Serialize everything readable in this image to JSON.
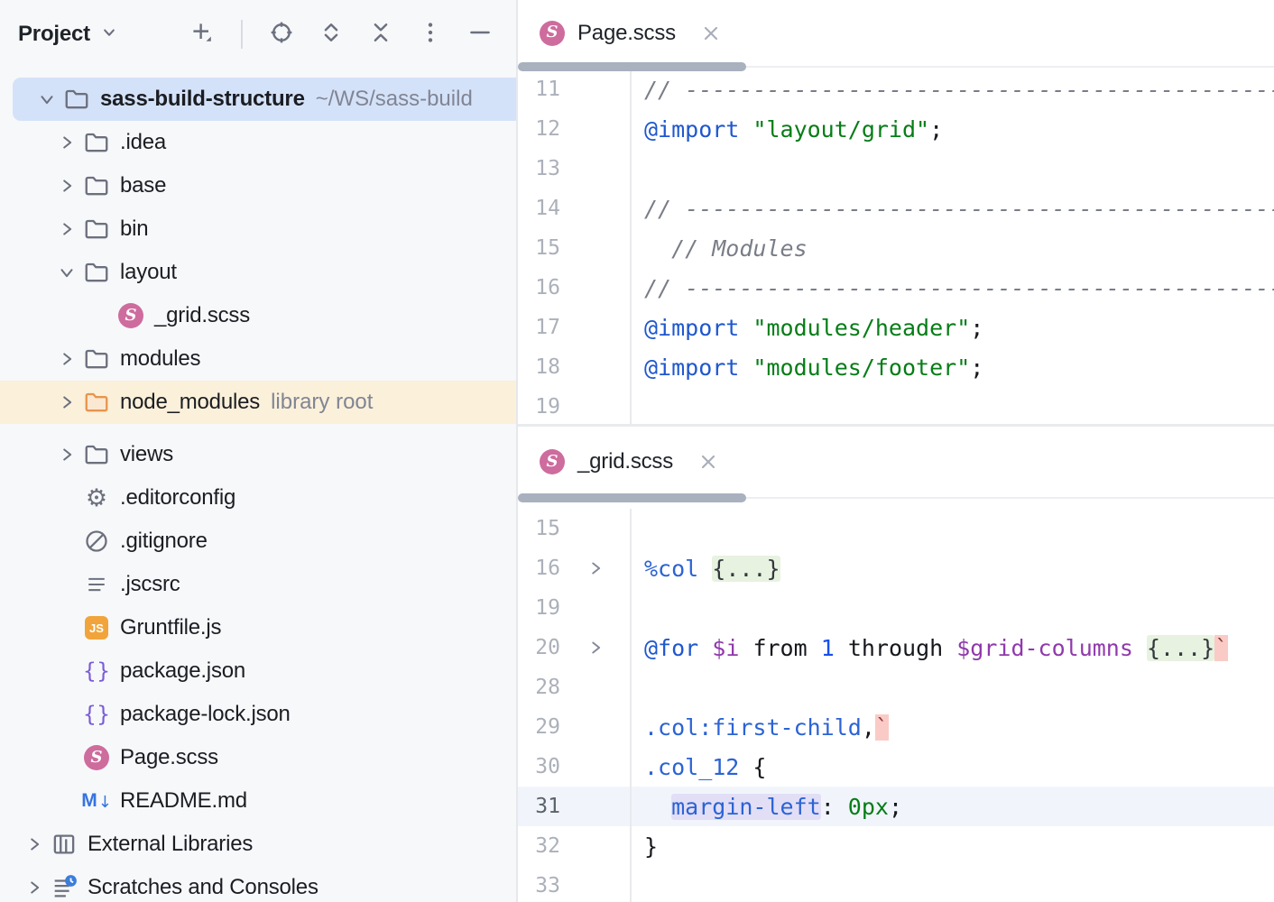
{
  "colors": {
    "selection_row": "#D4E2F9",
    "library_row": "#FBF0DA",
    "sass_pink": "#CE6C9E",
    "js_orange": "#F1A43B",
    "json_purple": "#7B5CD6",
    "markdown_blue": "#3574E0",
    "keyword_blue": "#1F57CF",
    "string_green": "#067D17",
    "variable_purple": "#9039AC",
    "error_bg": "#FACBC6",
    "fold_bg": "#E7F2E0",
    "caret_row": "#F1F5FB"
  },
  "project_panel": {
    "title": "Project",
    "toolbar_icons": [
      "add",
      "locate-opened-file",
      "expand-all",
      "collapse-all",
      "more-options",
      "hide-panel"
    ],
    "tree": [
      {
        "label": "sass-build-structure",
        "bold": true,
        "hint": "~/WS/sass-build",
        "icon": "folder",
        "level": 0,
        "chevron": "down",
        "state": "selected"
      },
      {
        "label": ".idea",
        "icon": "folder",
        "level": 1,
        "chevron": "right"
      },
      {
        "label": "base",
        "icon": "folder",
        "level": 1,
        "chevron": "right"
      },
      {
        "label": "bin",
        "icon": "folder",
        "level": 1,
        "chevron": "right"
      },
      {
        "label": "layout",
        "icon": "folder",
        "level": 1,
        "chevron": "down"
      },
      {
        "label": "_grid.scss",
        "icon": "sass",
        "level": 2
      },
      {
        "label": "modules",
        "icon": "folder",
        "level": 1,
        "chevron": "right"
      },
      {
        "label": "node_modules",
        "hint": "library root",
        "icon": "folder-library",
        "level": 1,
        "chevron": "right",
        "state": "library",
        "gapAfter": true
      },
      {
        "label": "views",
        "icon": "folder",
        "level": 1,
        "chevron": "right"
      },
      {
        "label": ".editorconfig",
        "icon": "gear",
        "level": 1
      },
      {
        "label": ".gitignore",
        "icon": "no-entry",
        "level": 1
      },
      {
        "label": ".jscsrc",
        "icon": "text-lines",
        "level": 1
      },
      {
        "label": "Gruntfile.js",
        "icon": "js",
        "level": 1
      },
      {
        "label": "package.json",
        "icon": "braces",
        "level": 1
      },
      {
        "label": "package-lock.json",
        "icon": "braces",
        "level": 1
      },
      {
        "label": "Page.scss",
        "icon": "sass",
        "level": 1
      },
      {
        "label": "README.md",
        "icon": "markdown",
        "level": 1
      },
      {
        "label": "External Libraries",
        "icon": "libraries",
        "level": 0,
        "chevron": "right"
      },
      {
        "label": "Scratches and Consoles",
        "icon": "scratches",
        "level": 0,
        "chevron": "right"
      }
    ]
  },
  "editors": [
    {
      "tab": {
        "label": "Page.scss",
        "icon": "sass",
        "close": "x"
      },
      "lines": [
        {
          "n": "11",
          "seg": [
            {
              "s": "cmt",
              "t": "// ----------------------------------------------------------------"
            }
          ]
        },
        {
          "n": "12",
          "seg": [
            {
              "s": "kw",
              "t": "@import"
            },
            {
              "s": "plain",
              "t": " "
            },
            {
              "s": "str",
              "t": "\"layout/grid\""
            },
            {
              "s": "plain",
              "t": ";"
            }
          ]
        },
        {
          "n": "13",
          "seg": []
        },
        {
          "n": "14",
          "seg": [
            {
              "s": "cmt",
              "t": "// ----------------------------------------------------------------"
            }
          ]
        },
        {
          "n": "15",
          "seg": [
            {
              "s": "cmt",
              "t": "  // Modules"
            }
          ]
        },
        {
          "n": "16",
          "seg": [
            {
              "s": "cmt",
              "t": "// ----------------------------------------------------------------"
            }
          ]
        },
        {
          "n": "17",
          "seg": [
            {
              "s": "kw",
              "t": "@import"
            },
            {
              "s": "plain",
              "t": " "
            },
            {
              "s": "str",
              "t": "\"modules/header\""
            },
            {
              "s": "plain",
              "t": ";"
            }
          ]
        },
        {
          "n": "18",
          "seg": [
            {
              "s": "kw",
              "t": "@import"
            },
            {
              "s": "plain",
              "t": " "
            },
            {
              "s": "str",
              "t": "\"modules/footer\""
            },
            {
              "s": "plain",
              "t": ";"
            }
          ]
        },
        {
          "n": "19",
          "seg": []
        }
      ]
    },
    {
      "tab": {
        "label": "_grid.scss",
        "icon": "sass",
        "close": "x"
      },
      "lines": [
        {
          "n": "15",
          "seg": []
        },
        {
          "n": "16",
          "fold": true,
          "seg": [
            {
              "s": "sel",
              "t": "%col"
            },
            {
              "s": "plain",
              "t": " "
            },
            {
              "s": "fold",
              "t": "{...}"
            }
          ]
        },
        {
          "n": "19",
          "seg": []
        },
        {
          "n": "20",
          "fold": true,
          "seg": [
            {
              "s": "kw",
              "t": "@for"
            },
            {
              "s": "plain",
              "t": " "
            },
            {
              "s": "var",
              "t": "$i"
            },
            {
              "s": "plain",
              "t": " from "
            },
            {
              "s": "num",
              "t": "1"
            },
            {
              "s": "plain",
              "t": " through "
            },
            {
              "s": "var",
              "t": "$grid-columns"
            },
            {
              "s": "plain",
              "t": " "
            },
            {
              "s": "fold",
              "t": "{...}"
            },
            {
              "s": "err",
              "t": "`"
            }
          ]
        },
        {
          "n": "28",
          "seg": []
        },
        {
          "n": "29",
          "seg": [
            {
              "s": "sel",
              "t": ".col:first-child"
            },
            {
              "s": "plain",
              "t": ","
            },
            {
              "s": "err",
              "t": "`"
            }
          ]
        },
        {
          "n": "30",
          "seg": [
            {
              "s": "sel",
              "t": ".col_12"
            },
            {
              "s": "plain",
              "t": " {"
            }
          ]
        },
        {
          "n": "31",
          "caret": true,
          "seg": [
            {
              "s": "plain",
              "t": "  "
            },
            {
              "s": "prop-hl",
              "t": "margin-left"
            },
            {
              "s": "plain",
              "t": ": "
            },
            {
              "s": "val",
              "t": "0px"
            },
            {
              "s": "plain",
              "t": ";"
            }
          ]
        },
        {
          "n": "32",
          "seg": [
            {
              "s": "plain",
              "t": "}"
            }
          ]
        },
        {
          "n": "33",
          "seg": []
        }
      ]
    }
  ]
}
